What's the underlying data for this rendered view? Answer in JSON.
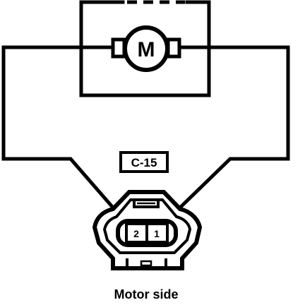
{
  "motor": {
    "symbol": "M"
  },
  "connector": {
    "code": "C-15",
    "terminals": [
      "2",
      "1"
    ]
  },
  "caption": "Motor side"
}
